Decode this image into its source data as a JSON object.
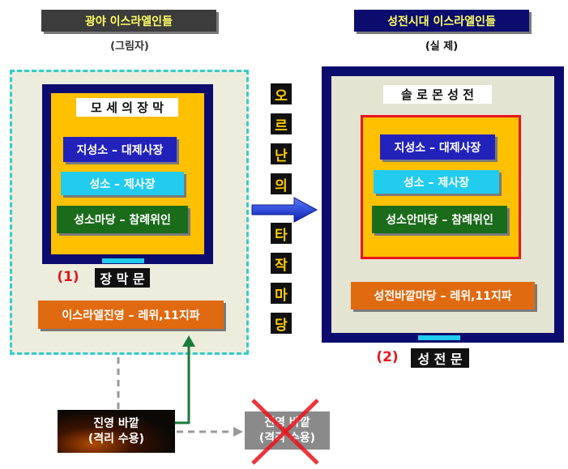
{
  "left": {
    "title": "광야 이스라엘인들",
    "subtitle": "(그림자)",
    "tabernacle_title": "모 세 의 장 막",
    "holy_of_holies": "지성소 – 대제사장",
    "holy_place": "성소 – 제사장",
    "courtyard": "성소마당 – 참례위인",
    "number": "(1)",
    "gate": "장 막 문",
    "camp": "이스라엘진영 – 레위,11지파"
  },
  "right": {
    "title": "성전시대 이스라엘인들",
    "subtitle": "(실  제)",
    "temple_title": "솔 로 몬 성 전",
    "holy_of_holies": "지성소 – 대제사장",
    "holy_place": "성소 – 제사장",
    "courtyard": "성소안마당 – 참례위인",
    "outer_court": "성전바깥마당 – 레위,11지파",
    "number": "(2)",
    "gate": "성 전 문"
  },
  "middle_chars": [
    "오",
    "르",
    "난",
    "의",
    "타",
    "작",
    "마",
    "당"
  ],
  "outside": {
    "line1": "진영  바깥",
    "line2": "(격리  수용)"
  },
  "outside_crossed": {
    "line1": "진영  바깥",
    "line2": "(격리  수용)"
  },
  "colors": {
    "navy": "#0c0c6e",
    "gold": "#ffc000",
    "red": "#e8141c",
    "blue": "#2222bb",
    "cyan": "#22ccee",
    "green": "#1a6b1a",
    "orange": "#e06a10",
    "beige": "#e4e4d2"
  }
}
